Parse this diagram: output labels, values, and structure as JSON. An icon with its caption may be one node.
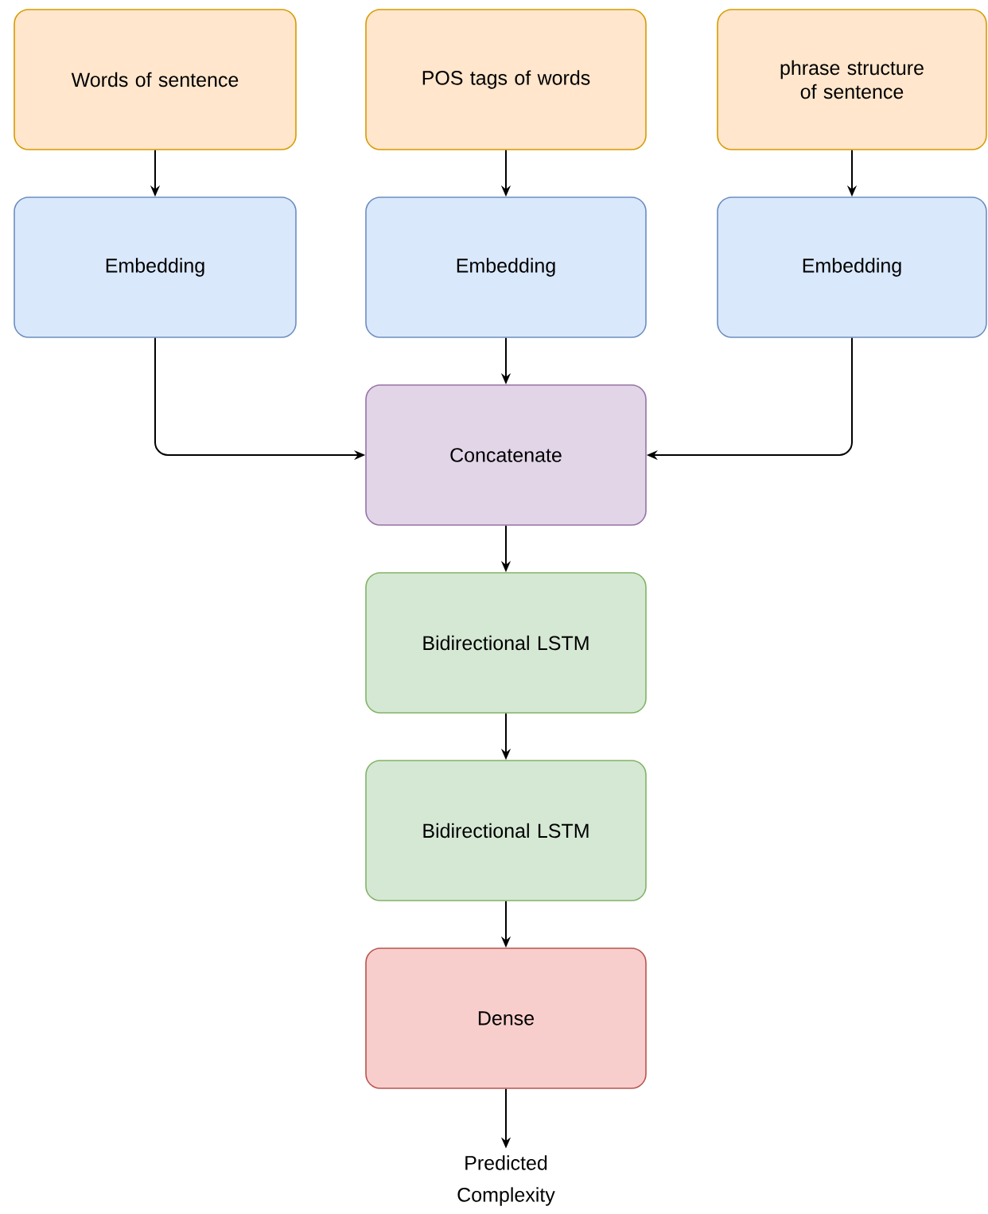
{
  "diagram": {
    "nodes": [
      {
        "text": [
          "Words of sentence"
        ]
      },
      {
        "text": [
          "POS tags of words"
        ]
      },
      {
        "text": [
          "phrase structure of sentence"
        ]
      },
      {
        "text": [
          "Embedding"
        ]
      },
      {
        "text": [
          "Embedding"
        ]
      },
      {
        "text": [
          "Embedding"
        ]
      },
      {
        "text": [
          "Concatenate"
        ]
      },
      {
        "text": [
          "Bidirectional LSTM"
        ]
      },
      {
        "text": [
          "Bidirectional LSTM"
        ]
      },
      {
        "text": [
          "Dense"
        ]
      },
      {
        "text": [
          "Predicted Complexity"
        ]
      }
    ],
    "edges": [
      {
        "from": 0,
        "to": 3,
        "arrow": "to"
      },
      {
        "from": 1,
        "to": 4,
        "arrow": "to"
      },
      {
        "from": 2,
        "to": 5,
        "arrow": "to"
      },
      {
        "from": 3,
        "to": 6,
        "arrow": "to"
      },
      {
        "from": 4,
        "to": 6,
        "arrow": "to"
      },
      {
        "from": 5,
        "to": 6,
        "arrow": "to"
      },
      {
        "from": 6,
        "to": 7,
        "arrow": "to"
      },
      {
        "from": 7,
        "to": 8,
        "arrow": "to"
      },
      {
        "from": 8,
        "to": 9,
        "arrow": "to"
      },
      {
        "from": 9,
        "to": 10,
        "arrow": "to"
      }
    ]
  }
}
